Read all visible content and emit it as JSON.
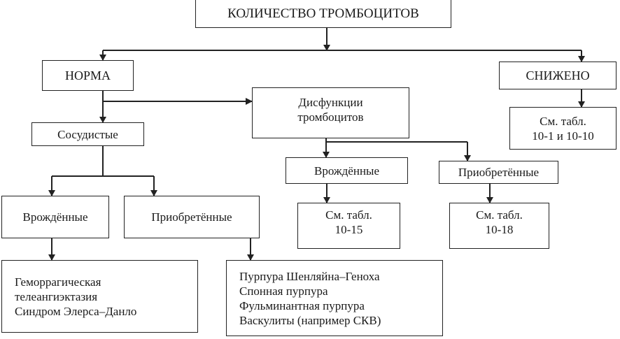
{
  "diagram": {
    "title": "КОЛИЧЕСТВО ТРОМБОЦИТОВ",
    "nodes": {
      "norm": "НОРМА",
      "reduced": "СНИЖЕНО",
      "reduced_ref": [
        "См. табл.",
        "10-1 и 10-10"
      ],
      "vascular": "Сосудистые",
      "platelet_dysfunction": [
        "Дисфункции",
        "тромбоцитов"
      ],
      "dys_congenital": "Врождённые",
      "dys_acquired": "Приобретённые",
      "dys_congenital_ref": [
        "См. табл.",
        "10-15"
      ],
      "dys_acquired_ref": [
        "См. табл.",
        "10-18"
      ],
      "vasc_congenital": "Врождённые",
      "vasc_acquired": "Приобретённые",
      "vasc_congenital_list": [
        "Геморрагическая",
        "телеангиэктазия",
        "Синдром Элерса–Данло"
      ],
      "vasc_acquired_list": [
        "Пурпура Шенляйна–Геноха",
        "Спонная пурпура",
        "Фульминантная пурпура",
        "Васкулиты (например СКВ)"
      ]
    },
    "edges": [
      [
        "title",
        "norm"
      ],
      [
        "title",
        "reduced"
      ],
      [
        "norm",
        "vascular"
      ],
      [
        "norm",
        "platelet_dysfunction"
      ],
      [
        "reduced",
        "reduced_ref"
      ],
      [
        "platelet_dysfunction",
        "dys_congenital"
      ],
      [
        "platelet_dysfunction",
        "dys_acquired"
      ],
      [
        "dys_congenital",
        "dys_congenital_ref"
      ],
      [
        "dys_acquired",
        "dys_acquired_ref"
      ],
      [
        "vascular",
        "vasc_congenital"
      ],
      [
        "vascular",
        "vasc_acquired"
      ],
      [
        "vasc_congenital",
        "vasc_congenital_list"
      ],
      [
        "vasc_acquired",
        "vasc_acquired_list"
      ]
    ]
  }
}
